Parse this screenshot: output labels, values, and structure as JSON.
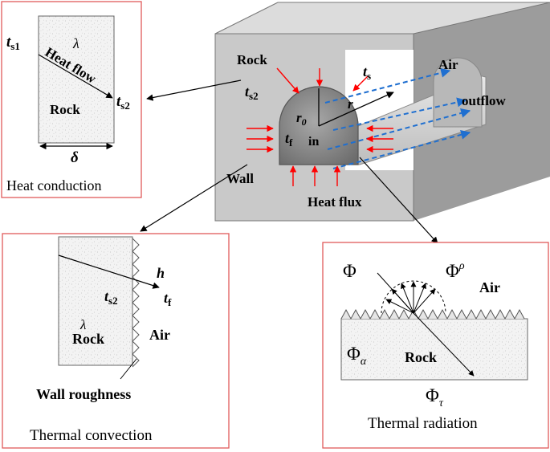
{
  "colors": {
    "panel_border": "#e05a5a",
    "rock_fill": "#f2f2f2",
    "heat_flux_arrow": "#ff0000",
    "airflow_arrow": "#1f6fd0",
    "box_face": "#c8c8c8",
    "tunnel_fill": "#8a8a8a"
  },
  "center": {
    "rock": "Rock",
    "ts2": "t",
    "ts2_sub": "s2",
    "ts": "t",
    "ts_sub": "s",
    "r0": "r",
    "r0_sub": "0",
    "r": "r",
    "tf": "t",
    "tf_sub": "f",
    "in": "in",
    "air": "Air",
    "outflow": "outflow",
    "wall": "Wall",
    "heat_flux": "Heat flux"
  },
  "conduction": {
    "ts1": "t",
    "ts1_sub": "s1",
    "lambda": "λ",
    "heat_flow": "Heat flow",
    "rock": "Rock",
    "ts2": "t",
    "ts2_sub": "s2",
    "delta": "δ",
    "caption": "Heat conduction"
  },
  "convection": {
    "h": "h",
    "ts2": "t",
    "ts2_sub": "s2",
    "tf": "t",
    "tf_sub": "f",
    "lambda": "λ",
    "rock": "Rock",
    "air": "Air",
    "wall_roughness": "Wall roughness",
    "caption": "Thermal convection"
  },
  "radiation": {
    "phi": "Φ",
    "phi_rho": "Φ",
    "phi_rho_sub": "ρ",
    "air": "Air",
    "phi_alpha": "Φ",
    "phi_alpha_sub": "α",
    "rock": "Rock",
    "phi_tau": "Φ",
    "phi_tau_sub": "τ",
    "caption": "Thermal radiation"
  }
}
